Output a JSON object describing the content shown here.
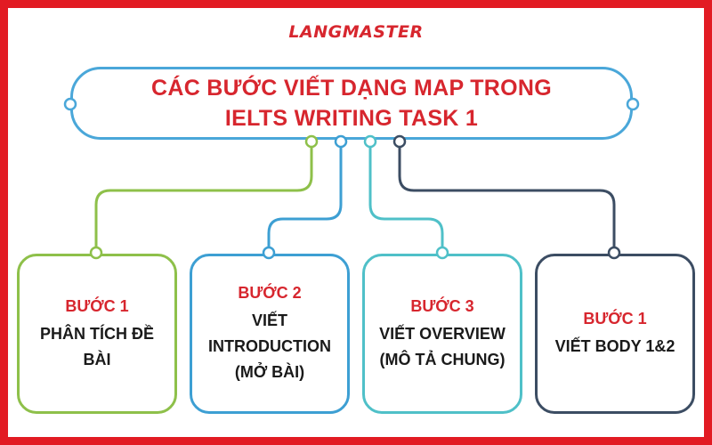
{
  "brand": {
    "logo_text": "LANGMASTER"
  },
  "title": {
    "line1": "CÁC BƯỚC VIẾT DẠNG MAP TRONG",
    "line2": "IELTS WRITING TASK 1"
  },
  "steps": [
    {
      "step": "BƯỚC 1",
      "text": "PHÂN TÍCH ĐỀ\nBÀI",
      "color": "#8ec04a"
    },
    {
      "step": "BƯỚC 2",
      "text": "VIẾT\nINTRODUCTION\n(MỞ BÀI)",
      "color": "#3d9fd3"
    },
    {
      "step": "BƯỚC 3",
      "text": "VIẾT OVERVIEW\n(MÔ TẢ CHUNG)",
      "color": "#4fc0c8"
    },
    {
      "step": "BƯỚC 1",
      "text": "VIẾT BODY 1&2",
      "color": "#3c4d63"
    }
  ],
  "colors": {
    "frame": "#e21b23",
    "title_border": "#4aa7d9",
    "heading_red": "#d7262e"
  }
}
